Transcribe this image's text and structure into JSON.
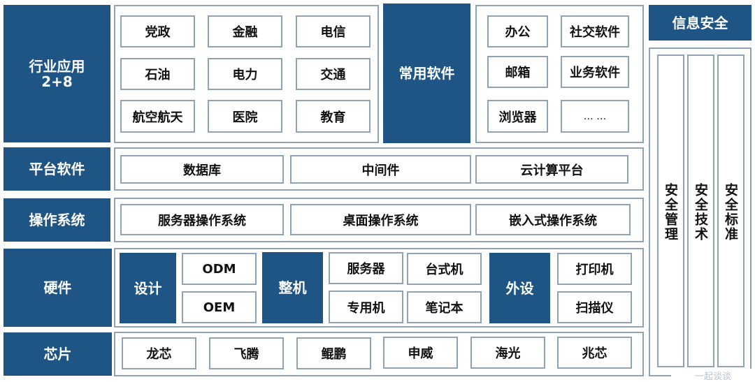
{
  "colors": {
    "dark_blue": "#1f5585",
    "border": "#8fa3b5",
    "background": "#ffffff"
  },
  "layers": {
    "industry": {
      "label_line1": "行业应用",
      "label_line2": "2+8",
      "items": [
        "党政",
        "金融",
        "电信",
        "石油",
        "电力",
        "交通",
        "航空航天",
        "医院",
        "教育"
      ]
    },
    "common_software": {
      "label": "常用软件",
      "items": [
        "办公",
        "社交软件",
        "邮箱",
        "业务软件",
        "浏览器",
        "… …"
      ]
    },
    "platform": {
      "label": "平台软件",
      "items": [
        "数据库",
        "中间件",
        "云计算平台"
      ]
    },
    "os": {
      "label": "操作系统",
      "items": [
        "服务器操作系统",
        "桌面操作系统",
        "嵌入式操作系统"
      ]
    },
    "hardware": {
      "label": "硬件",
      "design": {
        "label": "设计",
        "items": [
          "ODM",
          "OEM"
        ]
      },
      "machine": {
        "label": "整机",
        "items": [
          "服务器",
          "台式机",
          "专用机",
          "笔记本"
        ]
      },
      "peripheral": {
        "label": "外设",
        "items": [
          "打印机",
          "扫描仪"
        ]
      }
    },
    "chip": {
      "label": "芯片",
      "items": [
        "龙芯",
        "飞腾",
        "鲲鹏",
        "申威",
        "海光",
        "兆芯"
      ]
    }
  },
  "security": {
    "header": "信息安全",
    "columns": [
      "安全管理",
      "安全技术",
      "安全标准"
    ]
  },
  "watermark": "一起谈谈"
}
